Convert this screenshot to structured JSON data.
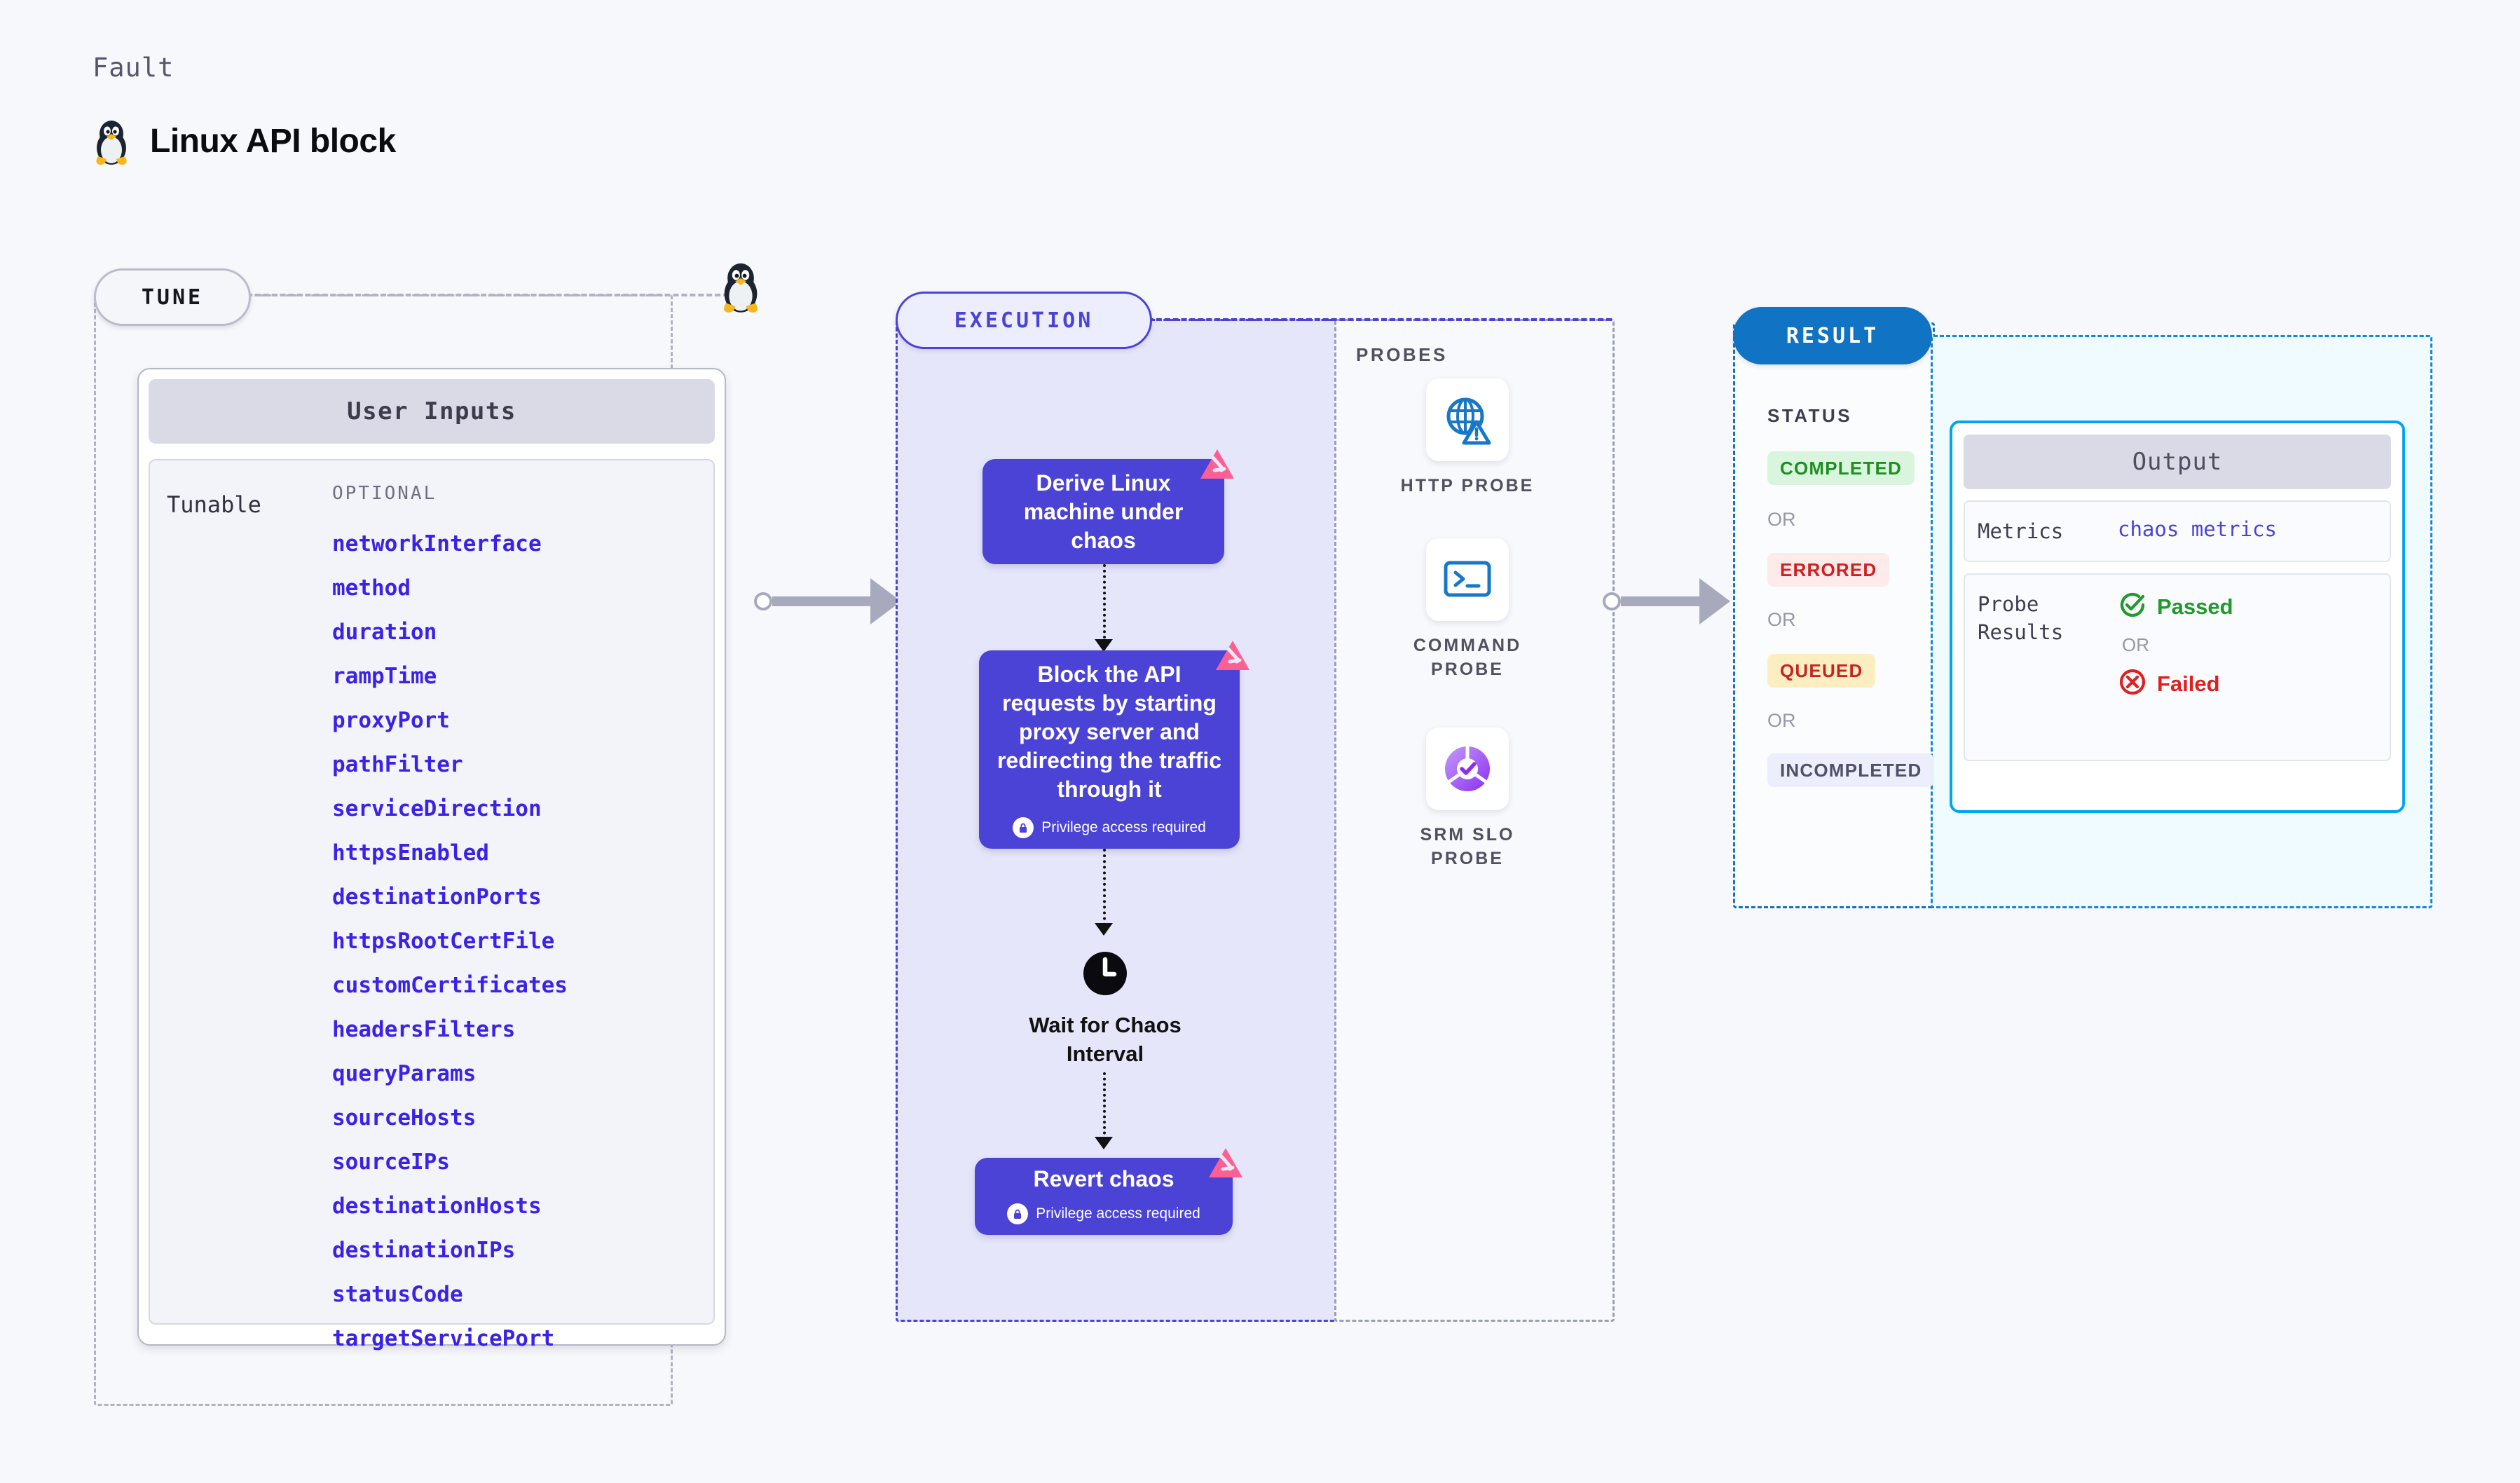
{
  "header": {
    "eyebrow": "Fault",
    "title": "Linux API block",
    "icon": "linux-tux-icon"
  },
  "tune": {
    "pill_label": "TUNE",
    "card_title": "User Inputs",
    "tunable_label": "Tunable",
    "optional_label": "OPTIONAL",
    "parameters": [
      "networkInterface",
      "method",
      "duration",
      "rampTime",
      "proxyPort",
      "pathFilter",
      "serviceDirection",
      "httpsEnabled",
      "destinationPorts",
      "httpsRootCertFile",
      "customCertificates",
      "headersFilters",
      "queryParams",
      "sourceHosts",
      "sourceIPs",
      "destinationHosts",
      "destinationIPs",
      "statusCode",
      "targetServicePort"
    ]
  },
  "execution": {
    "pill_label": "EXECUTION",
    "nodes": [
      {
        "label": "Derive Linux machine under chaos",
        "privilege": null,
        "badge": "litmus-corner-badge"
      },
      {
        "label": "Block the API requests by starting proxy server and redirecting the traffic through it",
        "privilege": "Privilege access required",
        "badge": "litmus-corner-badge"
      },
      {
        "label": "Revert chaos",
        "privilege": "Privilege access required",
        "badge": "litmus-corner-badge"
      }
    ],
    "wait_step": {
      "icon": "clock-icon",
      "label": "Wait for Chaos Interval"
    }
  },
  "probes": {
    "section_label": "PROBES",
    "items": [
      {
        "caption": "HTTP PROBE",
        "icon": "globe-warning-icon"
      },
      {
        "caption": "COMMAND PROBE",
        "icon": "terminal-icon"
      },
      {
        "caption": "SRM SLO PROBE",
        "icon": "slo-donut-check-icon"
      }
    ]
  },
  "result": {
    "pill_label": "RESULT",
    "status_label": "STATUS",
    "or_label": "OR",
    "statuses": [
      {
        "label": "COMPLETED",
        "bg": "#d9f5dd",
        "fg": "#1d8f24"
      },
      {
        "label": "ERRORED",
        "bg": "#fdeaea",
        "fg": "#cf2020"
      },
      {
        "label": "QUEUED",
        "bg": "#fdeec2",
        "fg": "#c42424"
      },
      {
        "label": "INCOMPLETED",
        "bg": "#eceefb",
        "fg": "#4e5167"
      }
    ]
  },
  "output": {
    "card_title": "Output",
    "metrics_key": "Metrics",
    "metrics_value": "chaos metrics",
    "probe_results_key": "Probe Results",
    "passed_label": "Passed",
    "failed_label": "Failed",
    "or_label": "OR"
  },
  "colors": {
    "indigo": "#4b42d6",
    "blue": "#1173c4",
    "cyan": "#00a6ea",
    "pink": "#fc5f94",
    "param_blue": "#3b22e8",
    "page_bg": "#f7f8fb"
  }
}
